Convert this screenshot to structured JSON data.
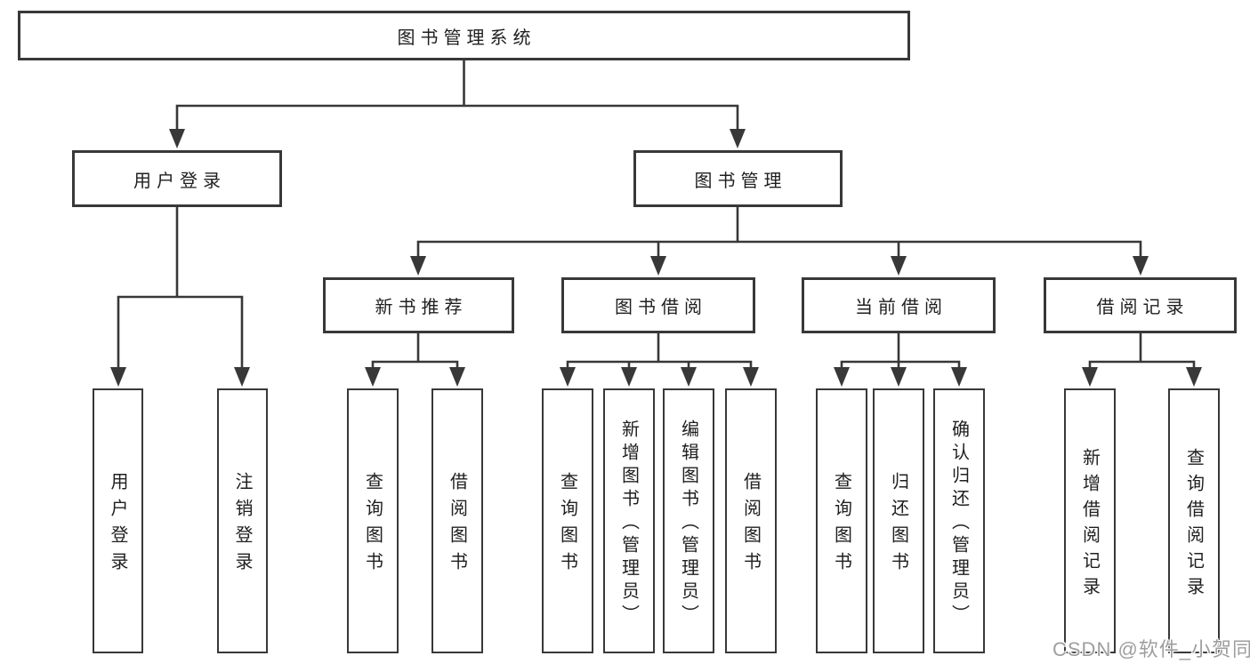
{
  "diagram": {
    "root": {
      "label": "图书管理系统"
    },
    "level2": [
      {
        "label": "用户登录",
        "parent": "图书管理系统"
      },
      {
        "label": "图书管理",
        "parent": "图书管理系统"
      }
    ],
    "level3": [
      {
        "label": "新书推荐",
        "parent": "图书管理"
      },
      {
        "label": "图书借阅",
        "parent": "图书管理"
      },
      {
        "label": "当前借阅",
        "parent": "图书管理"
      },
      {
        "label": "借阅记录",
        "parent": "图书管理"
      }
    ],
    "leaves": [
      {
        "label": "用户登录",
        "parent": "用户登录"
      },
      {
        "label": "注销登录",
        "parent": "用户登录"
      },
      {
        "label": "查询图书",
        "parent": "新书推荐"
      },
      {
        "label": "借阅图书",
        "parent": "新书推荐"
      },
      {
        "label": "查询图书",
        "parent": "图书借阅"
      },
      {
        "label": "新增图书（管理员）",
        "parent": "图书借阅"
      },
      {
        "label": "编辑图书（管理员）",
        "parent": "图书借阅"
      },
      {
        "label": "借阅图书",
        "parent": "图书借阅"
      },
      {
        "label": "查询图书",
        "parent": "当前借阅"
      },
      {
        "label": "归还图书",
        "parent": "当前借阅"
      },
      {
        "label": "确认归还（管理员）",
        "parent": "当前借阅"
      },
      {
        "label": "新增借阅记录",
        "parent": "借阅记录"
      },
      {
        "label": "查询借阅记录",
        "parent": "借阅记录"
      }
    ],
    "colors": {
      "line": "#383838",
      "text": "#1f1f1f",
      "box_background": "#ffffff"
    }
  },
  "watermark": {
    "text": "CSDN @软件_小贺同学",
    "color": "#9e9e9e"
  }
}
